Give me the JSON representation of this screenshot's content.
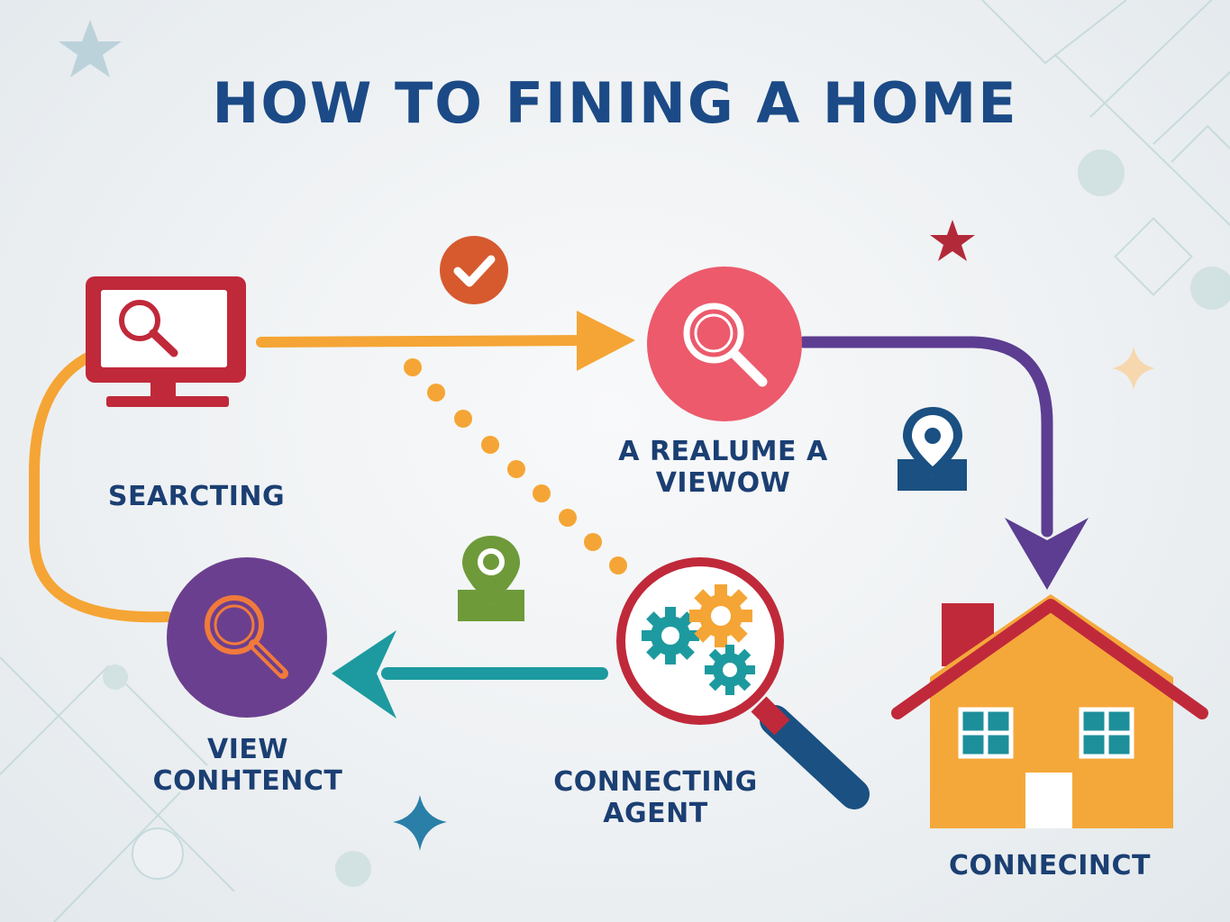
{
  "title": "HOW TO FINING A HOME",
  "steps": {
    "searching": {
      "label": "SEARCTING",
      "icon": "computer-search-icon"
    },
    "viewing": {
      "label_line1": "A REALUME A",
      "label_line2": "VIEWOW",
      "icon": "magnifier-icon"
    },
    "view_content": {
      "label_line1": "VIEW",
      "label_line2": "CONHTENCT",
      "icon": "magnifier-icon"
    },
    "connecting_agent": {
      "label_line1": "CONNECTING",
      "label_line2": "AGENT",
      "icon": "gears-magnifier-icon"
    },
    "connect": {
      "label": "CONNECINCT",
      "icon": "house-icon"
    }
  },
  "decorations": {
    "check_badge": "check-icon",
    "map_pins": [
      "location-pin-icon",
      "location-pin-icon"
    ],
    "stars": [
      "star-icon",
      "sparkle-icon"
    ]
  },
  "colors": {
    "title": "#1b4a86",
    "label": "#1b3f73",
    "orange_arrow": "#f5a535",
    "purple_arrow": "#5c3d91",
    "teal_arrow": "#1d9a9f",
    "pink_circle": "#ec5a6c",
    "purple_circle": "#6b3f8f",
    "red": "#c0293a",
    "house": "#f5a83a"
  }
}
